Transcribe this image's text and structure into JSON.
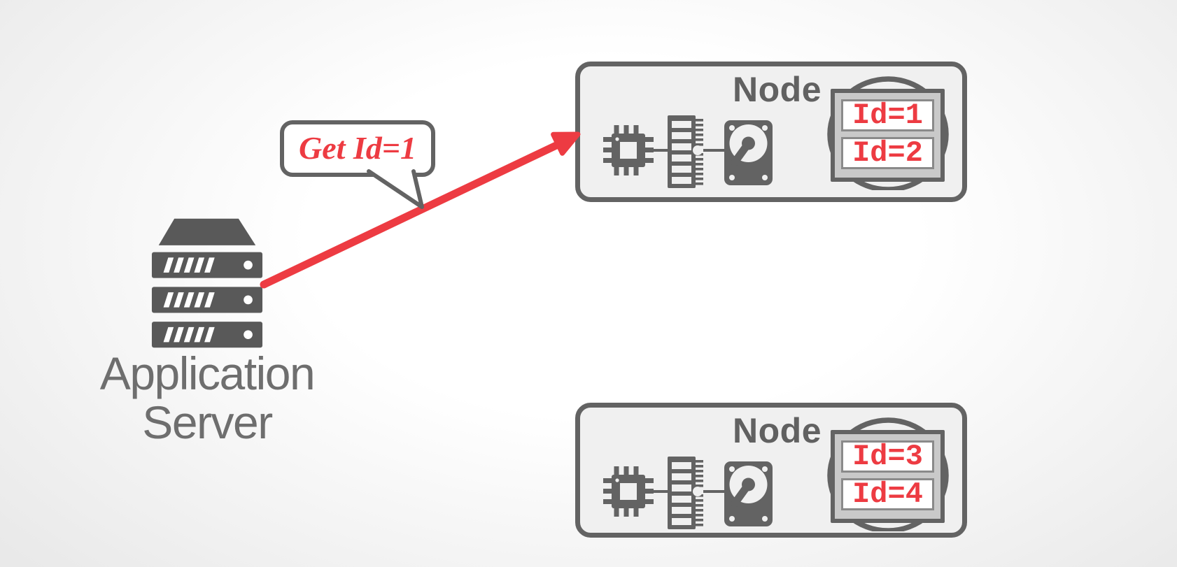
{
  "colors": {
    "accent_red": "#ed3b42",
    "outline_gray": "#636363",
    "server_icon_gray": "#595959",
    "caption_gray": "#6e6e6e",
    "node_fill": "#f0f0f0",
    "db_frame_fill": "#c9c9c9",
    "background_edge": "#e9e9e9"
  },
  "app_server": {
    "icon": "server-rack-icon",
    "label_line1": "Application",
    "label_line2": "Server"
  },
  "message": {
    "text": "Get Id=1"
  },
  "arrow": {
    "description": "request from application server to top node"
  },
  "nodes": [
    {
      "label": "Node",
      "records": [
        "Id=1",
        "Id=2"
      ]
    },
    {
      "label": "Node",
      "records": [
        "Id=3",
        "Id=4"
      ]
    }
  ]
}
